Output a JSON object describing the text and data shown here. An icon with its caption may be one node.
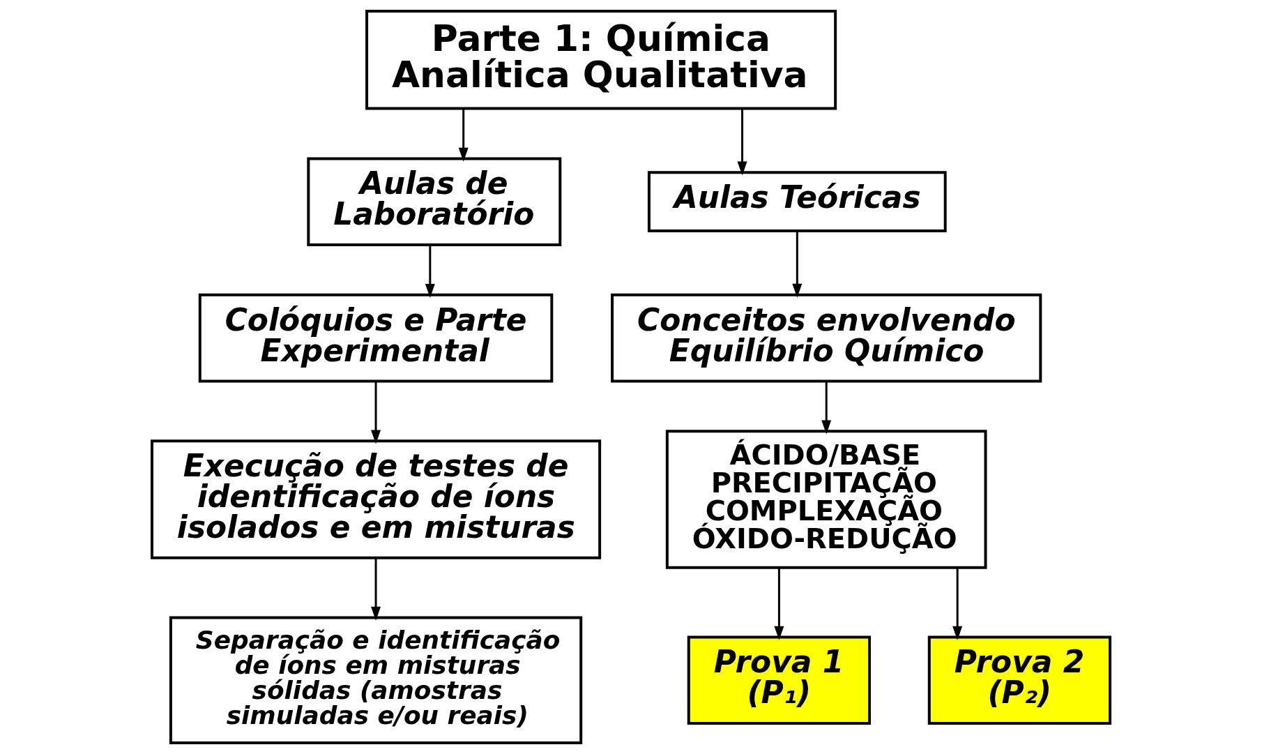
{
  "diagram": {
    "nodes": [
      {
        "text": [
          "Parte 1: Química Analítica Qualitativa"
        ]
      },
      {
        "text": [
          "Aulas de Laboratório"
        ]
      },
      {
        "text": [
          "Colóquios e Parte Experimental"
        ]
      },
      {
        "text": [
          "Execução de testes de identificação de íons isolados e em misturas"
        ]
      },
      {
        "text": [
          "Separação e identificação de íons em misturas sólidas (amostras simuladas e/ou reais)"
        ]
      },
      {
        "text": [
          "Aulas Teóricas"
        ]
      },
      {
        "text": [
          "Conceitos envolvendo Equilíbrio Químico"
        ]
      },
      {
        "text": [
          "ÁCIDO/BASE",
          "PRECIPITAÇÃO",
          "COMPLEXAÇÃO",
          "ÓXIDO-REDUÇÃO"
        ]
      },
      {
        "text": [
          "Prova 1 (P₁)"
        ]
      },
      {
        "text": [
          "Prova 2 (P₂)"
        ]
      }
    ],
    "edges": [
      {
        "from": 0,
        "to": 1,
        "arrow": "to"
      },
      {
        "from": 0,
        "to": 5,
        "arrow": "to"
      },
      {
        "from": 1,
        "to": 2,
        "arrow": "to"
      },
      {
        "from": 2,
        "to": 3,
        "arrow": "to"
      },
      {
        "from": 3,
        "to": 4,
        "arrow": "to"
      },
      {
        "from": 5,
        "to": 6,
        "arrow": "to"
      },
      {
        "from": 6,
        "to": 7,
        "arrow": "to"
      },
      {
        "from": 7,
        "to": 8,
        "arrow": "to"
      },
      {
        "from": 7,
        "to": 9,
        "arrow": "to"
      }
    ]
  }
}
